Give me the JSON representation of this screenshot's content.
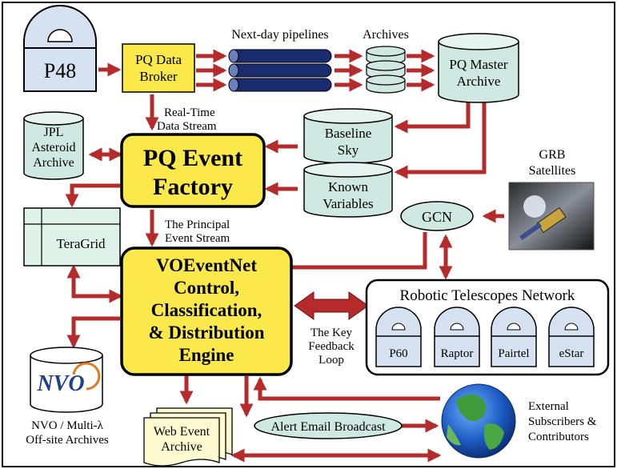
{
  "colors": {
    "arrow": "#b52a2a",
    "cylinder_fill": "#cfe8e2",
    "yellow": "#fbe94c",
    "box_fill": "#dff2e9",
    "telescope_fill": "#d6e2f2",
    "pipe_fill": "#1a2b6e",
    "border": "#000000"
  },
  "nodes": {
    "p48": "P48",
    "pq_broker": [
      "PQ Data",
      "Broker"
    ],
    "pipelines": "Next-day pipelines",
    "archives": "Archives",
    "pq_master": [
      "PQ Master",
      "Archive"
    ],
    "realtime": [
      "Real-Time",
      "Data Stream"
    ],
    "jpl": [
      "JPL",
      "Asteroid",
      "Archive"
    ],
    "baseline": [
      "Baseline",
      "Sky"
    ],
    "event_factory": [
      "PQ Event",
      "Factory"
    ],
    "known": [
      "Known",
      "Variables"
    ],
    "grb": [
      "GRB",
      "Satellites"
    ],
    "gcn": "GCN",
    "teragrid": "TeraGrid",
    "principal": [
      "The Principal",
      "Event Stream"
    ],
    "engine": [
      "VOEventNet",
      "Control,",
      "Classification,",
      "& Distribution",
      "Engine"
    ],
    "rtn_title": "Robotic Telescopes Network",
    "telescopes": [
      "P60",
      "Raptor",
      "Pairtel",
      "eStar"
    ],
    "feedback": [
      "The Key",
      "Feedback",
      "Loop"
    ],
    "nvo_logo": "NVO",
    "nvo_label": [
      "NVO / Multi-λ",
      "Off-site Archives"
    ],
    "web_archive": [
      "Web Event",
      "Archive"
    ],
    "alert": "Alert Email Broadcast",
    "external": [
      "External",
      "Subscribers &",
      "Contributors"
    ]
  }
}
